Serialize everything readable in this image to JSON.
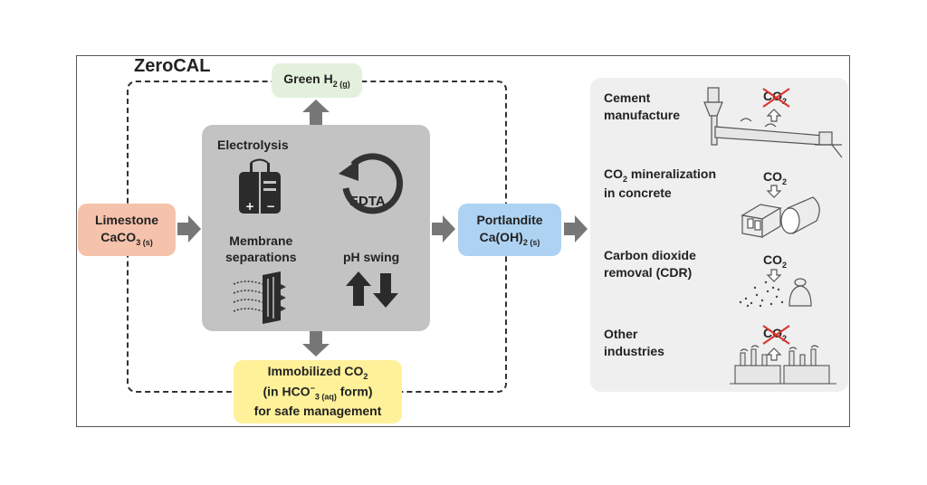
{
  "diagram": {
    "title": "ZeroCAL",
    "green_h2": "Green H",
    "green_h2_sub": "2 (g)",
    "limestone_line1": "Limestone",
    "limestone_line2": "CaCO",
    "limestone_sub": "3 (s)",
    "portlandite_line1": "Portlandite",
    "portlandite_line2": "Ca(OH)",
    "portlandite_sub": "2 (s)",
    "immobilized_line1": "Immobilized CO",
    "immobilized_sub1": "2",
    "immobilized_line2a": "(in HCO",
    "immobilized_sup": "−",
    "immobilized_sub2": "3 (aq)",
    "immobilized_line2b": " form)",
    "immobilized_line3": "for safe management",
    "center": {
      "electrolysis": "Electrolysis",
      "edta": "EDTA",
      "membrane_line1": "Membrane",
      "membrane_line2": "separations",
      "ph_swing": "pH swing"
    },
    "applications": [
      {
        "line1": "Cement",
        "line2": "manufacture",
        "co2": "CO",
        "co2_sub": "2"
      },
      {
        "line1": "CO",
        "line1_sub": "2",
        "line1_rest": " mineralization",
        "line2": "in concrete",
        "co2": "CO",
        "co2_sub": "2"
      },
      {
        "line1": "Carbon dioxide",
        "line2": "removal (CDR)",
        "co2": "CO",
        "co2_sub": "2"
      },
      {
        "line1": "Other",
        "line2": "industries",
        "co2": "CO",
        "co2_sub": "2"
      }
    ],
    "colors": {
      "green_box": "#e3f1dc",
      "limestone_box": "#f5c2ab",
      "portlandite_box": "#aed2f1",
      "immobilized_box": "#fff19a",
      "center_box": "#c3c3c3",
      "panel": "#efefef",
      "arrow": "#777777",
      "cross": "#d9342b"
    }
  }
}
